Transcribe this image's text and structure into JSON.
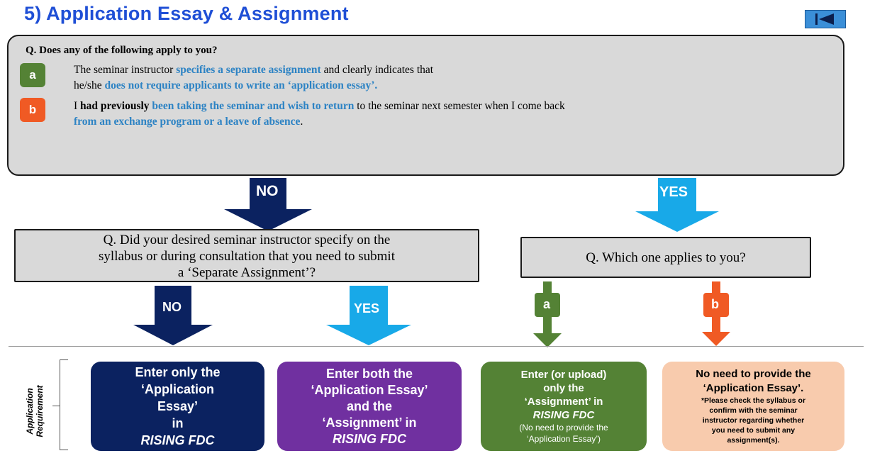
{
  "title": "5) Application Essay & Assignment",
  "question1": {
    "text": "Q. Does any of the following apply to you?",
    "option_a": {
      "badge": "a",
      "line1_pre": "The seminar instructor ",
      "line1_hl": "specifies a separate assignment",
      "line1_post": " and clearly indicates that",
      "line2_pre": "he/she ",
      "line2_hl": "does not require applicants to write an ‘application essay’."
    },
    "option_b": {
      "badge": "b",
      "line1_pre": "I ",
      "line1_bold": "had previously",
      "line1_hl": " been taking the seminar and wish to return",
      "line1_post": " to the seminar next semester when I come back",
      "line2_hl": "from an exchange program or a leave of absence",
      "line2_post": "."
    }
  },
  "arrow_no_top": "NO",
  "arrow_yes_top": "YES",
  "question2": {
    "line1": "Q. Did your desired seminar instructor specify on the",
    "line2": "syllabus or during consultation that you need to submit",
    "line3": "a ‘Separate Assignment’?"
  },
  "question3": "Q. Which one applies to you?",
  "arrow_no_bottom": "NO",
  "arrow_yes_bottom": "YES",
  "arrow_a": "a",
  "arrow_b": "b",
  "requirement_label": {
    "line1": "Application",
    "line2": "Requirement"
  },
  "cards": {
    "card1": {
      "line1": "Enter only the",
      "line2": "‘Application",
      "line3": "Essay’",
      "line4_pre": "in ",
      "line4_em": "RISING FDC"
    },
    "card2": {
      "line1": "Enter both the",
      "line2": "‘Application Essay’",
      "line3": "and the",
      "line4": "‘Assignment’ in",
      "line5_em": "RISING FDC"
    },
    "card3": {
      "line1": "Enter (or upload)",
      "line2": "only the",
      "line3": "‘Assignment’ in",
      "line4_em": "RISING FDC",
      "note1": "(No need to provide the",
      "note2": "‘Application Essay’)"
    },
    "card4": {
      "line1": "No need to provide the",
      "line2": "‘Application Essay’.",
      "note1": "*Please check the syllabus or",
      "note2": "confirm with the seminar",
      "note3": "instructor regarding whether",
      "note4": "you need to submit any",
      "note5": "assignment(s)."
    }
  },
  "colors": {
    "title": "#1f4fd6",
    "navy": "#0b2260",
    "light_blue": "#18a9e8",
    "green": "#548235",
    "orange": "#f05a24",
    "purple": "#7030a0",
    "peach": "#f8cbad",
    "highlight": "#2d83c4"
  },
  "icons": {
    "back": "skip-back-icon"
  }
}
